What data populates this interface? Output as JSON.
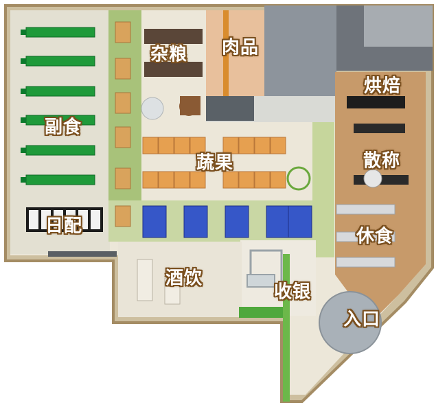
{
  "zones": {
    "fushi": "副食",
    "ripei": "日配",
    "zaliang": "杂粮",
    "roupin": "肉品",
    "shuguo": "蔬果",
    "hongbei": "烘焙",
    "sancheng": "散称",
    "xiushi": "休食",
    "jiuyin": "酒饮",
    "shouyin": "收银",
    "rukou": "入口"
  },
  "colors": {
    "floor": "#ece7d9",
    "wall": "#b09b78",
    "green_aisle": "#a8c27a",
    "shelf_green": "#1f9a3a",
    "wood_floor": "#c79a6a",
    "label_outline": "#7a4f1e",
    "freezer_blue": "#3657c8",
    "crate_orange": "#e6a050"
  }
}
